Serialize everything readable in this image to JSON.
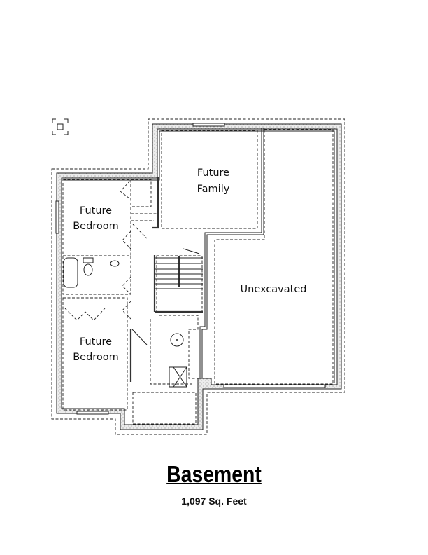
{
  "plan": {
    "rooms": {
      "family_line1": "Future",
      "family_line2": "Family",
      "bedroom1_line1": "Future",
      "bedroom1_line2": "Bedroom",
      "bedroom2_line1": "Future",
      "bedroom2_line2": "Bedroom",
      "unexcavated": "Unexcavated"
    }
  },
  "title": "Basement",
  "area": "1,097 Sq. Feet"
}
